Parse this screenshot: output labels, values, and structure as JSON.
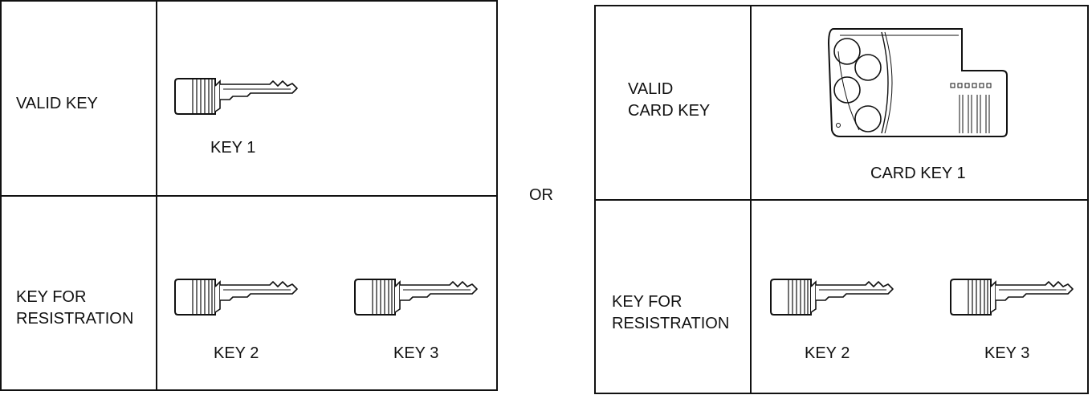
{
  "left": {
    "valid_label": "VALID KEY",
    "valid_key": "KEY 1",
    "reg_label": "KEY FOR\nRESISTRATION",
    "reg_key_a": "KEY 2",
    "reg_key_b": "KEY 3"
  },
  "separator": "OR",
  "right": {
    "valid_label": "VALID\nCARD KEY",
    "valid_key": "CARD KEY 1",
    "reg_label": "KEY FOR\nRESISTRATION",
    "reg_key_a": "KEY 2",
    "reg_key_b": "KEY 3"
  },
  "icons": {
    "key": "mechanical-key-icon",
    "card": "card-key-icon"
  }
}
